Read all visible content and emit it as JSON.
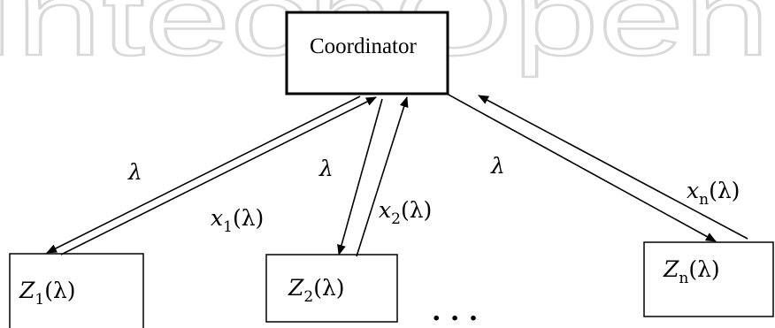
{
  "watermark": "IntechOpen",
  "coordinator": {
    "label": "Coordinator"
  },
  "subsystems": [
    {
      "var": "Z",
      "sub": "1",
      "arg": "(λ)"
    },
    {
      "var": "Z",
      "sub": "2",
      "arg": "(λ)"
    },
    {
      "var": "Z",
      "sub": "n",
      "arg": "(λ)"
    }
  ],
  "down_labels": [
    "λ",
    "λ",
    "λ"
  ],
  "up_labels": [
    {
      "var": "x",
      "sub": "1",
      "arg": "(λ)"
    },
    {
      "var": "x",
      "sub": "2",
      "arg": "(λ)"
    },
    {
      "var": "x",
      "sub": "n",
      "arg": "(λ)"
    }
  ],
  "ellipsis": ". . ."
}
